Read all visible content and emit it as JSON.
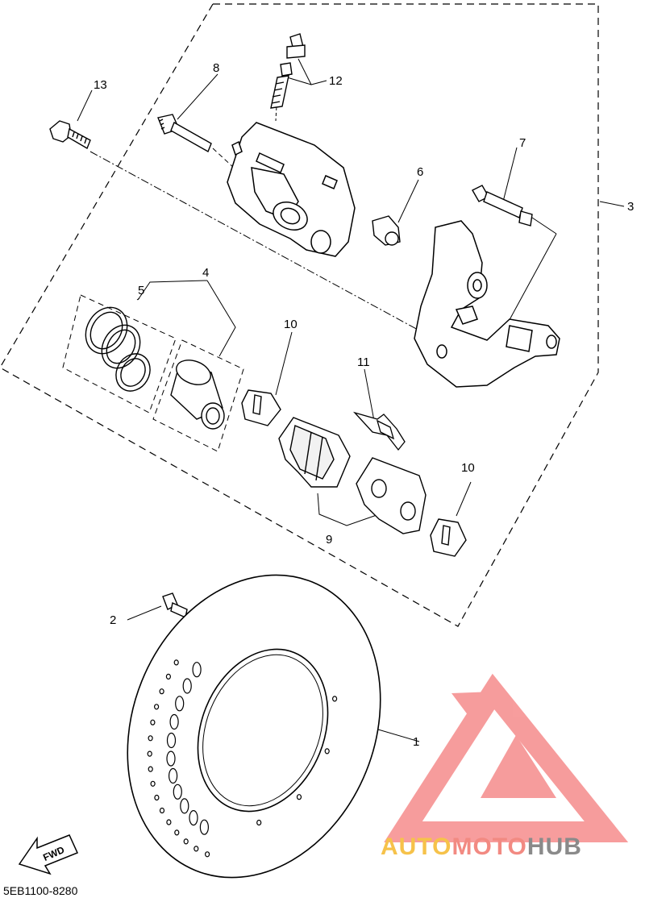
{
  "diagram": {
    "part_numbers": {
      "p1": "1",
      "p2": "2",
      "p3": "3",
      "p4": "4",
      "p5": "5",
      "p6": "6",
      "p7": "7",
      "p8": "8",
      "p9": "9",
      "p10a": "10",
      "p10b": "10",
      "p11": "11",
      "p12": "12",
      "p13": "13"
    },
    "fwd_label": "FWD",
    "diagram_code": "5EB1100-8280"
  },
  "watermark": {
    "part1": "AUTO",
    "part2": "MOTO",
    "part3": "HUB",
    "colors": {
      "auto": "#f6c24a",
      "moto": "#f28a82",
      "hub": "#8a8a8a",
      "logo": "#f47c7c"
    }
  }
}
